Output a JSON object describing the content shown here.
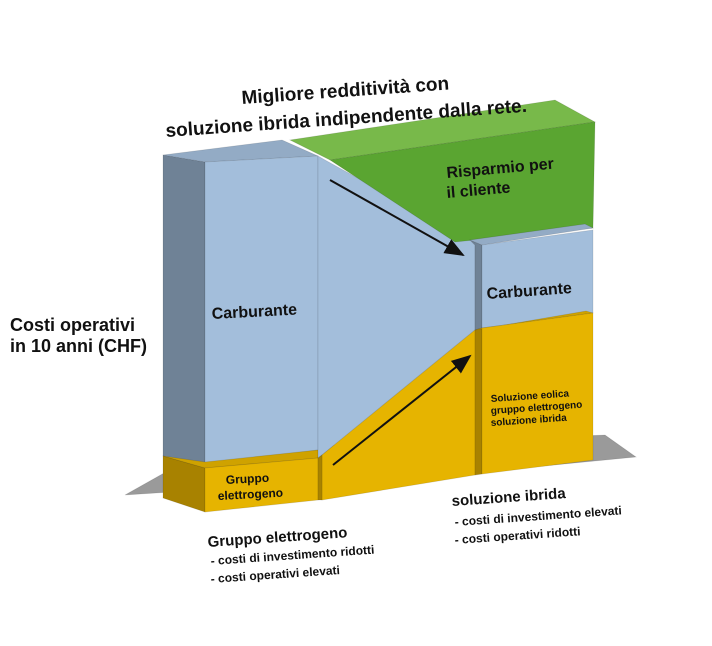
{
  "title": {
    "line1": "Migliore redditività con",
    "line2": "soluzione ibrida indipendente dalla rete."
  },
  "y_axis": {
    "line1": "Costi operativi",
    "line2": "in 10 anni (CHF)"
  },
  "left_column": {
    "top_label": "Carburante",
    "bottom_label_line1": "Gruppo",
    "bottom_label_line2": "elettrogeno"
  },
  "right_column": {
    "savings_line1": "Risparmio per",
    "savings_line2": "il cliente",
    "middle_label": "Carburante",
    "bottom_line1": "Soluzione eolica",
    "bottom_line2": "gruppo elettrogeno",
    "bottom_line3": "soluzione ibrida"
  },
  "footer_left": {
    "heading": "Gruppo elettrogeno",
    "items": [
      "- costi di investimento ridotti",
      "- costi operativi elevati"
    ]
  },
  "footer_right": {
    "heading": "soluzione ibrida",
    "items": [
      "- costi di investimento elevati",
      "- costi operativi ridotti"
    ]
  },
  "colors": {
    "fuel": "#a3bedb",
    "fuel_side": "#6f8296",
    "generator": "#e6b400",
    "generator_side": "#a88200",
    "savings": "#5aa531",
    "savings_top": "#78b94a",
    "floor": "#9a9a9a"
  }
}
